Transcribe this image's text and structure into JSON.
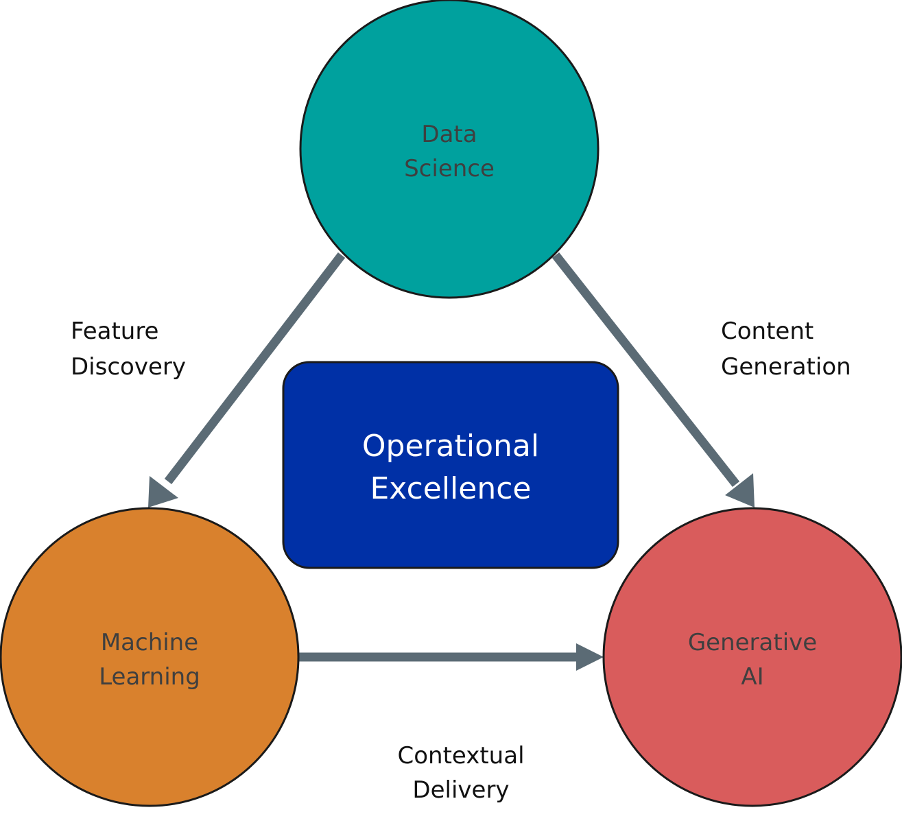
{
  "nodes": {
    "data_science": {
      "line1": "Data",
      "line2": "Science",
      "color": "#00A19E"
    },
    "machine_learning": {
      "line1": "Machine",
      "line2": "Learning",
      "color": "#D9812D"
    },
    "generative_ai": {
      "line1": "Generative",
      "line2": "AI",
      "color": "#D95C5C"
    }
  },
  "center": {
    "line1": "Operational",
    "line2": "Excellence",
    "color": "#0030A6"
  },
  "edges": {
    "feature_discovery": {
      "line1": "Feature",
      "line2": "Discovery"
    },
    "content_generation": {
      "line1": "Content",
      "line2": "Generation"
    },
    "contextual_delivery": {
      "line1": "Contextual",
      "line2": "Delivery"
    }
  },
  "arrow_color": "#5B6B75",
  "outline_color": "#1a1a1a"
}
